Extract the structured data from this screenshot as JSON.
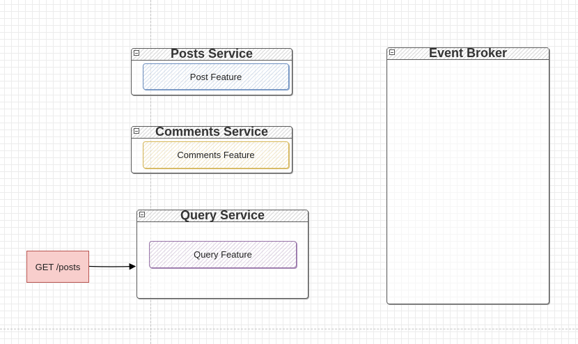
{
  "diagram": {
    "services": [
      {
        "title": "Posts Service",
        "feature": "Post Feature",
        "feature_color": "#6c8ebf"
      },
      {
        "title": "Comments Service",
        "feature": "Comments Feature",
        "feature_color": "#d6b656"
      },
      {
        "title": "Query Service",
        "feature": "Query Feature",
        "feature_color": "#9673a6"
      }
    ],
    "broker": {
      "title": "Event Broker"
    },
    "request": {
      "label": "GET /posts",
      "fill": "#f8cecc",
      "stroke": "#b85450"
    },
    "icons": {
      "collapse": "collapse-icon",
      "arrow": "arrow-connector"
    }
  }
}
